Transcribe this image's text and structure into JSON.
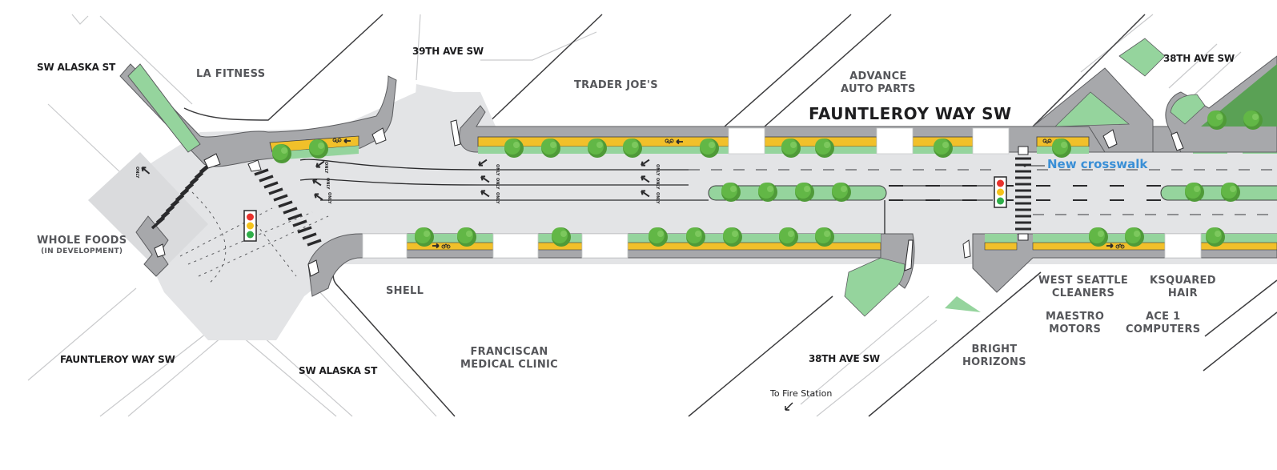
{
  "map": {
    "title": "FAUNTLEROY WAY SW",
    "colors": {
      "roadway": "#e3e4e6",
      "sidewalk": "#a7a8ab",
      "curb_dark": "#5b5c5f",
      "bike_lane": "#f1c02a",
      "planting_strip": "#95d49d",
      "plaza_dark_green": "#5aa155",
      "tree": "#62b746",
      "signal_red": "#e8322d",
      "signal_yellow": "#f5c31b",
      "signal_green": "#2fae49",
      "callout_blue": "#3a8fd6",
      "text_dark": "#1d1d1f",
      "text_business": "#55565a"
    },
    "street_labels": {
      "main": "FAUNTLEROY WAY SW",
      "sw_alaska_st_nw": "SW ALASKA ST",
      "sw_alaska_st_s": "SW ALASKA ST",
      "fauntleroy_sw": "FAUNTLEROY WAY SW",
      "ave_39th": "39TH AVE SW",
      "ave_38th_n": "38TH AVE SW",
      "ave_38th_s": "38TH AVE SW"
    },
    "businesses": {
      "la_fitness": "LA FITNESS",
      "trader_joes": "TRADER JOE'S",
      "advance_auto_1": "ADVANCE",
      "advance_auto_2": "AUTO PARTS",
      "whole_foods": "WHOLE FOODS",
      "whole_foods_note": "(IN DEVELOPMENT)",
      "shell": "SHELL",
      "franciscan_1": "FRANCISCAN",
      "franciscan_2": "MEDICAL CLINIC",
      "west_seattle_1": "WEST SEATTLE",
      "west_seattle_2": "CLEANERS",
      "ksquared_1": "KSQUARED",
      "ksquared_2": "HAIR",
      "maestro_1": "MAESTRO",
      "maestro_2": "MOTORS",
      "ace_1": "ACE 1",
      "ace_2": "COMPUTERS",
      "bright_1": "BRIGHT",
      "bright_2": "HORIZONS"
    },
    "callouts": {
      "new_crosswalk": "New crosswalk"
    },
    "notes": {
      "fire_station": "To Fire Station"
    },
    "pavement_markings": {
      "lane_only": "ONLY",
      "bike_direction": "bike-lane-arrow"
    },
    "signals": [
      {
        "id": "alaska-fauntleroy",
        "states": [
          "red",
          "yellow",
          "green"
        ]
      },
      {
        "id": "38th-crossing",
        "states": [
          "red",
          "yellow",
          "green"
        ]
      }
    ],
    "icons": [
      "traffic-signal-icon",
      "tree-icon",
      "bike-symbol-icon",
      "turn-arrow-icon",
      "crosswalk-icon",
      "curb-ramp-icon"
    ]
  }
}
